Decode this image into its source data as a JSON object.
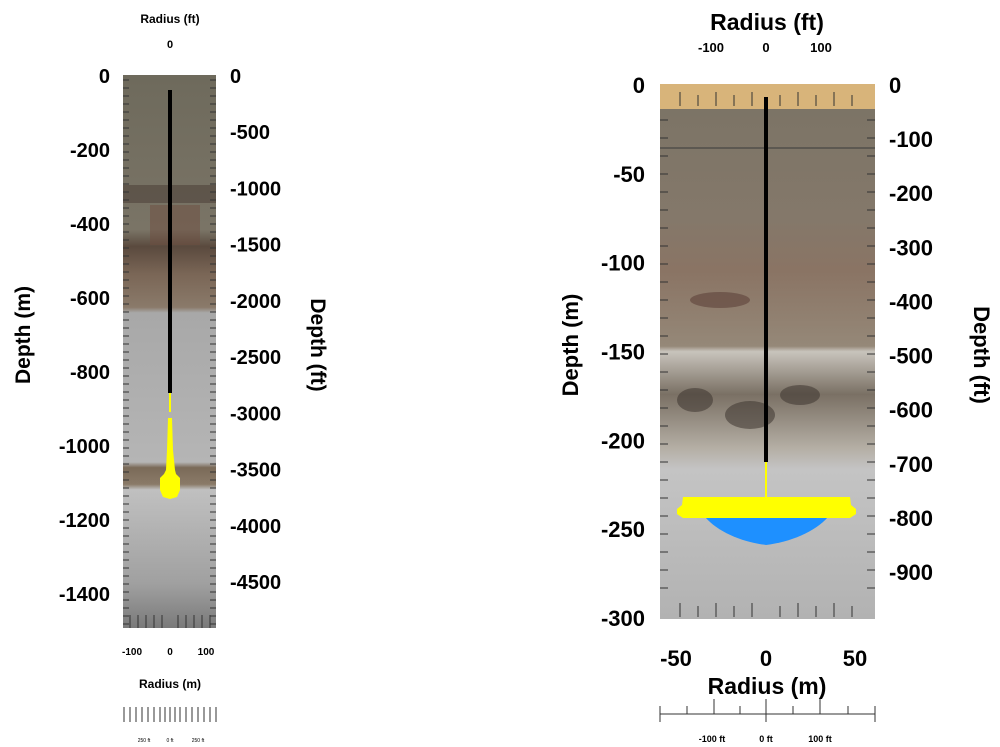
{
  "left_panel": {
    "top_axis_title": "Radius (ft)",
    "top_tick": "0",
    "left_axis_title": "Depth (m)",
    "left_ticks": [
      "0",
      "-200",
      "-400",
      "-600",
      "-800",
      "-1000",
      "-1200",
      "-1400"
    ],
    "right_axis_title": "Depth (ft)",
    "right_ticks": [
      "0",
      "-500",
      "-1000",
      "-1500",
      "-2000",
      "-2500",
      "-3000",
      "-3500",
      "-4000",
      "-4500"
    ],
    "bottom_ticks": [
      "-100",
      "0",
      "100"
    ],
    "bottom_axis_title": "Radius (m)",
    "scale_labels": [
      "250 ft",
      "0 ft",
      "250 ft"
    ]
  },
  "right_panel": {
    "top_axis_title": "Radius (ft)",
    "top_ticks": [
      "-100",
      "0",
      "100"
    ],
    "left_axis_title": "Depth (m)",
    "left_ticks": [
      "0",
      "-50",
      "-100",
      "-150",
      "-200",
      "-250",
      "-300"
    ],
    "right_axis_title": "Depth (ft)",
    "right_ticks": [
      "0",
      "-100",
      "-200",
      "-300",
      "-400",
      "-500",
      "-600",
      "-700",
      "-800",
      "-900"
    ],
    "bottom_ticks": [
      "-50",
      "0",
      "50"
    ],
    "bottom_axis_title": "Radius (m)",
    "scale_labels": [
      "-100 ft",
      "0 ft",
      "100 ft"
    ]
  },
  "colors": {
    "wellbore": "#000000",
    "fracture_yellow": "#ffff00",
    "fracture_blue": "#1e90ff",
    "surface_tan": "#d8b47a"
  }
}
